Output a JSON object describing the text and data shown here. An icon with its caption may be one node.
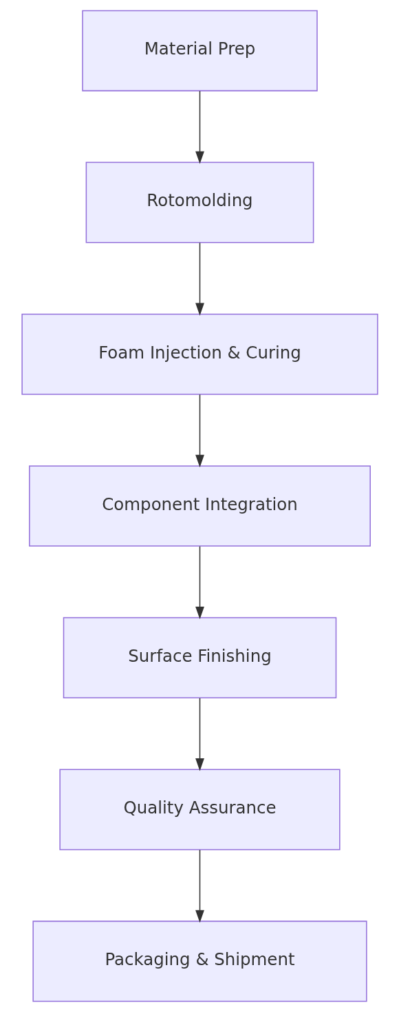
{
  "diagram": {
    "nodes": [
      {
        "text": [
          "Material Prep"
        ]
      },
      {
        "text": [
          "Rotomolding"
        ]
      },
      {
        "text": [
          "Foam Injection & Curing"
        ]
      },
      {
        "text": [
          "Component Integration"
        ]
      },
      {
        "text": [
          "Surface Finishing"
        ]
      },
      {
        "text": [
          "Quality Assurance"
        ]
      },
      {
        "text": [
          "Packaging & Shipment"
        ]
      }
    ],
    "edges": [
      {
        "from": 0,
        "to": 1,
        "arrow": "to"
      },
      {
        "from": 1,
        "to": 2,
        "arrow": "to"
      },
      {
        "from": 2,
        "to": 3,
        "arrow": "to"
      },
      {
        "from": 3,
        "to": 4,
        "arrow": "to"
      },
      {
        "from": 4,
        "to": 5,
        "arrow": "to"
      },
      {
        "from": 5,
        "to": 6,
        "arrow": "to"
      }
    ]
  }
}
